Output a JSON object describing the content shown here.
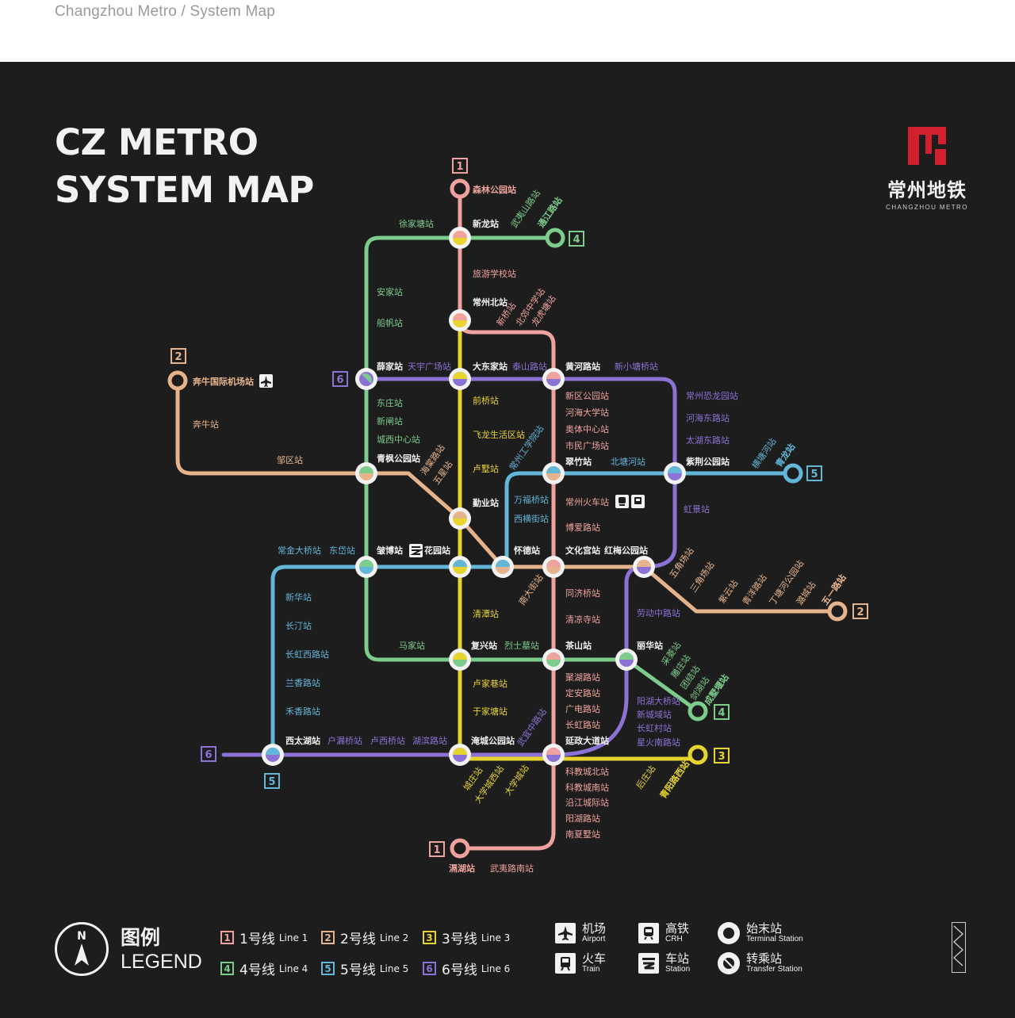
{
  "breadcrumb": "Changzhou Metro / System Map",
  "title_line1": "CZ METRO",
  "title_line2": "SYSTEM MAP",
  "brand": {
    "name_cn": "常州地铁",
    "name_en": "CHANGZHOU METRO",
    "color": "#d3202e"
  },
  "colors": {
    "background": "#1d1d1d",
    "line1": "#f0a39e",
    "line2": "#e6b48c",
    "line3": "#e8d42f",
    "line4": "#7ccc8c",
    "line5": "#62b6d8",
    "line6": "#8d72d6"
  },
  "line_badges": {
    "l1_top": "1",
    "l1_bottom": "1",
    "l2_left": "2",
    "l2_right": "2",
    "l3_right": "3",
    "l4_top": "4",
    "l4_bottom": "4",
    "l5_right": "5",
    "l5_bottom": "5",
    "l6_left": "6",
    "l6_bottom": "6"
  },
  "stations": {
    "senlin": "森林公园站",
    "xinlong": "新龙站",
    "lvyou": "旅游学校站",
    "changzhoubei": "常州北站",
    "dadongjia": "大东家站",
    "qianqiao": "前桥站",
    "feilong": "飞龙生活区站",
    "luqi": "卢墅站",
    "qinye": "勤业站",
    "huaiyuan": "花园站",
    "qingtan": "清潭站",
    "fuxing": "复兴站",
    "lujiaxiang": "卢家巷站",
    "yujiatang": "于家塘站",
    "yanchenggongyuan": "淹城公园站",
    "chengzhuang": "城庄站",
    "daxuechengxi": "大学城西站",
    "daxuecheng": "大学城站",
    "houzhuang": "后庄站",
    "qingyangxi": "青阳路西站",
    "huanghelu": "黄河路站",
    "xinqugongyuan": "新区公园站",
    "hehaidaxue": "河海大学站",
    "aotizhongxin": "奥体中心站",
    "shiminguangchang": "市民广场站",
    "cuizhu": "翠竹站",
    "changzhouhuoche": "常州火车站",
    "boai": "博爱路站",
    "wenhuagong": "文化宫站",
    "tongji": "同济桥站",
    "qingliang": "清凉寺站",
    "chashan": "茶山站",
    "juhu": "聚湖路站",
    "dingan": "定安路站",
    "guangdian": "广电路站",
    "changhong": "长虹路站",
    "yanzhengdadao": "延政大道站",
    "kejiaobei": "科教城北站",
    "kejiaonan": "科教城南站",
    "yanjiang": "沿江城际站",
    "yanghu": "阳湖路站",
    "nanxiashu": "南夏墅站",
    "huaihu": "滆湖站",
    "wuyinan": "武夷路南站",
    "xinqiao": "新桥站",
    "beijiao": "北郊中学站",
    "longhutang": "龙虎塘站",
    "tainingshan": "泰山路站",
    "xinxiaotangqiao": "新小塘桥站",
    "konglong": "常州恐龙园站",
    "hehaidong": "河海东路站",
    "taihudong": "太湖东路站",
    "zijing": "紫荆公园站",
    "hongjing": "虹景站",
    "honglei": "红梅公园站",
    "laodong": "劳动中路站",
    "lihua": "丽华站",
    "yanghudaqiao": "阳湖大桥站",
    "xinchengyu": "新城域站",
    "changhongcun": "长虹村站",
    "xinghuonan": "星火南路站",
    "xujiatang": "徐家塘站",
    "anjia": "安家站",
    "chuanfan": "船帆站",
    "xuejia": "薛家站",
    "tianyu": "天宇广场站",
    "dongzhuang": "东庄站",
    "xinzha": "新闸站",
    "chengxi": "城西中心站",
    "qingfeng": "青枫公园站",
    "mijia": "马家站",
    "liesi": "烈士墓站",
    "wuyishan": "武夷山路站",
    "tongjianglu": "通江路站",
    "caiyue": "采菱站",
    "tiaoli": "雕庄站",
    "tuanjie": "团结站",
    "jianhu": "剑湖站",
    "chengyu": "成墅堰站",
    "zhuangfu": "皱博站",
    "benniujichang": "奔牛国际机场站",
    "benniu": "奔牛站",
    "zouqu": "邹区站",
    "haiyetang": "海棠路站",
    "wuxing": "五星站",
    "nandajie": "南大街站",
    "wujiaochang": "五角场站",
    "sanjiaochang": "三角场站",
    "ziyun": "紫云站",
    "qingyang": "青洋路站",
    "dingtang": "丁塘河公园站",
    "luocheng": "潞城站",
    "wuyilu": "五一路站",
    "changjindaqiao": "常金大桥站",
    "dongdai": "东岱站",
    "huaide": "怀德站",
    "changzhougongxue": "常州工学院站",
    "wanfu": "万福桥站",
    "xiheng": "西横街站",
    "beitanghe": "北塘河站",
    "qinglong": "青龙站",
    "zhuangtanghe": "横塘河站",
    "xinhua": "新华站",
    "changting": "长汀站",
    "changhongxi": "长虹西路站",
    "lanxiang": "兰香路站",
    "hexiang": "禾香路站",
    "xitaihu": "西太湖站",
    "huwanqiao": "户漏桥站",
    "luxiqiao": "卢西桥站",
    "hubin": "湖滨路站",
    "wuyizhong": "武宜中路站"
  },
  "legend": {
    "title_cn": "图例",
    "title_en": "LEGEND",
    "compass": "N",
    "lines": [
      {
        "num": "1",
        "cn": "1号线",
        "en": "Line 1"
      },
      {
        "num": "2",
        "cn": "2号线",
        "en": "Line 2"
      },
      {
        "num": "3",
        "cn": "3号线",
        "en": "Line 3"
      },
      {
        "num": "4",
        "cn": "4号线",
        "en": "Line 4"
      },
      {
        "num": "5",
        "cn": "5号线",
        "en": "Line 5"
      },
      {
        "num": "6",
        "cn": "6号线",
        "en": "Line 6"
      }
    ],
    "airport_cn": "机场",
    "airport_en": "Airport",
    "crh_cn": "高铁",
    "crh_en": "CRH",
    "terminal_cn": "始末站",
    "terminal_en": "Terminal Station",
    "train_cn": "火车",
    "train_en": "Train",
    "station_cn": "车站",
    "station_en": "Station",
    "transfer_cn": "转乘站",
    "transfer_en": "Transfer Station"
  }
}
